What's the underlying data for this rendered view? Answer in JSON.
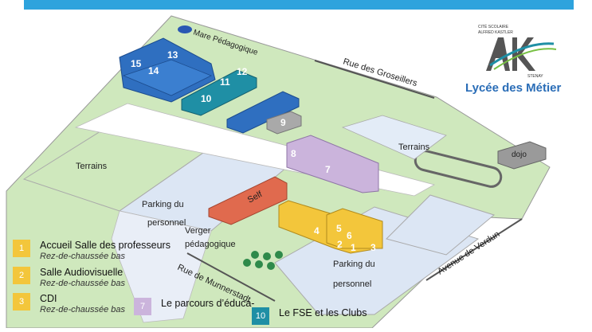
{
  "header": {
    "color": "#2ea3dd"
  },
  "colors": {
    "grass": "#cfe8bd",
    "parking": "#dce6f4",
    "road": "#ffffff",
    "outline": "#888888",
    "blue_building": "#2f6fc0",
    "teal_building": "#1f8fa5",
    "yellow_building": "#f3c63b",
    "purple_building": "#cbb4dc",
    "self_building": "#e06a4e",
    "grey_building": "#9a9a9a"
  },
  "map": {
    "mare": "Mare Pédagogique",
    "rue_groseillers": "Rue des Groseillers",
    "terrains_left": "Terrains",
    "terrains_right": "Terrains",
    "dojo": "dojo",
    "self": "Self",
    "parking_personnel_1": [
      "Parking du",
      "personnel"
    ],
    "parking_personnel_2": [
      "Parking du",
      "personnel"
    ],
    "verger": [
      "Verger",
      "pédagogique"
    ],
    "rue_munnerstadt": "Rue de Munnerstadt",
    "avenue_verdun": "Avenue de Verdun",
    "building_numbers": [
      "15",
      "13",
      "14",
      "12",
      "11",
      "10",
      "9",
      "8",
      "7",
      "5",
      "6",
      "4",
      "2",
      "1",
      "3"
    ]
  },
  "logo": {
    "small_line1": "CITÉ SCOLAIRE",
    "small_line2": "ALFRED KASTLER",
    "letters": "AK",
    "tag": "STENAY",
    "name": "Lycée des Métiers",
    "icon": "ak-logo-icon"
  },
  "legend": [
    {
      "num": "1",
      "title": "Accueil Salle des professeurs",
      "sub": "Rez-de-chaussée bas",
      "color": "#f3c63b"
    },
    {
      "num": "2",
      "title": "Salle Audiovisuelle",
      "sub": "Rez-de-chaussée bas",
      "color": "#f3c63b"
    },
    {
      "num": "3",
      "title": "CDI",
      "sub": "Rez-de-chaussée bas",
      "color": "#f3c63b"
    },
    {
      "num": "7",
      "title": "Le parcours d’éduca-",
      "sub": "",
      "color": "#cbb4dc"
    },
    {
      "num": "10",
      "title": "Le FSE et les Clubs",
      "sub": "",
      "color": "#1f8fa5"
    }
  ]
}
